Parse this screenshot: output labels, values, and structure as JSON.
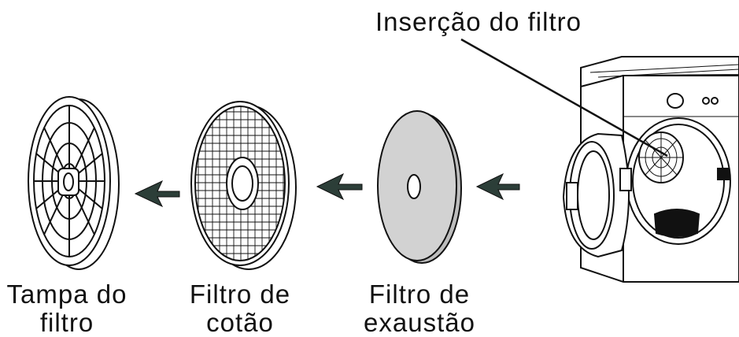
{
  "labels": {
    "filter_insertion": "Inserção do filtro",
    "filter_cap": {
      "line1": "Tampa do",
      "line2": "filtro"
    },
    "lint_filter": {
      "line1": "Filtro de",
      "line2": "cotão"
    },
    "exhaust_filter": {
      "line1": "Filtro de",
      "line2": "exaustão"
    }
  },
  "components": [
    {
      "name": "filter-cap",
      "icon": "grilled-cap"
    },
    {
      "name": "lint-filter",
      "icon": "mesh-disc"
    },
    {
      "name": "exhaust-filter",
      "icon": "solid-disc"
    },
    {
      "name": "dryer",
      "icon": "washer-dryer-open-door"
    }
  ],
  "colors": {
    "line": "#111111",
    "arrow": "#2c3e38",
    "exhaust_fill": "#d2d2d2",
    "exhaust_edge": "#bdbdbd"
  }
}
